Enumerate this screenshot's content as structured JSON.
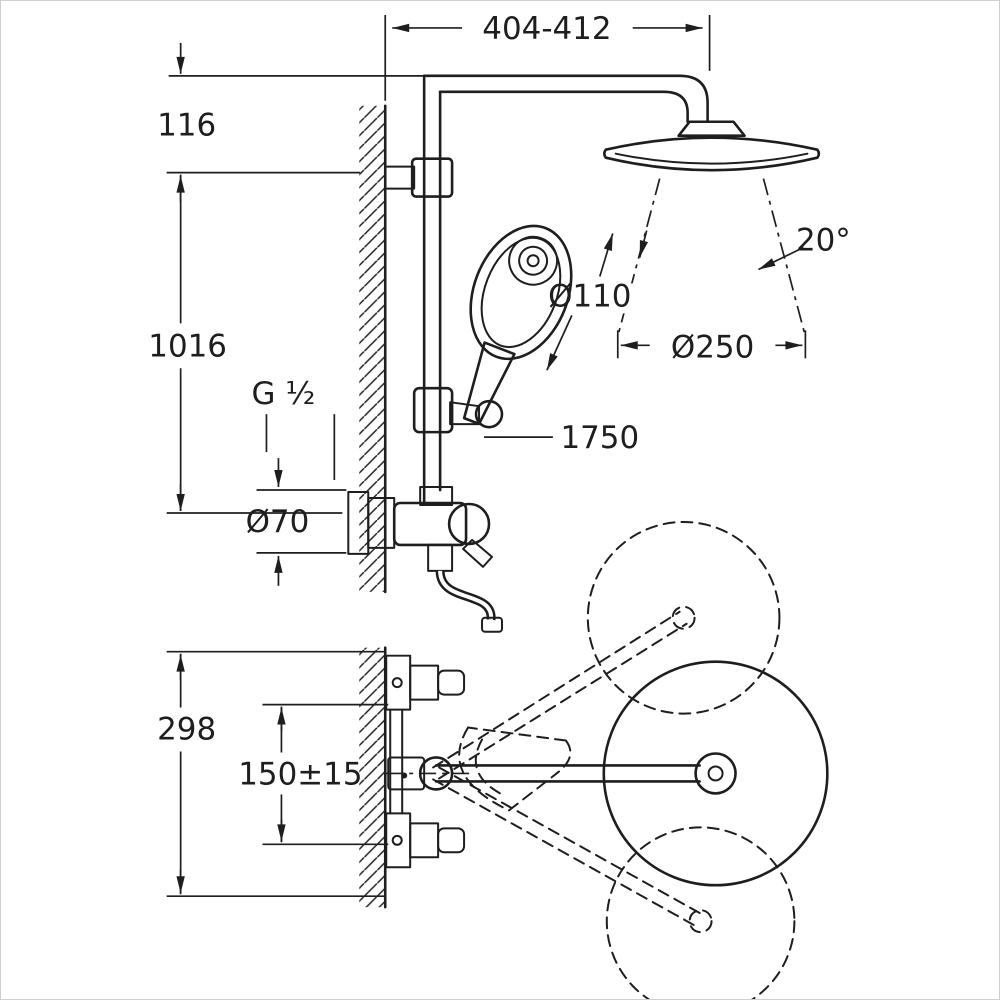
{
  "colors": {
    "background": "#ffffff",
    "line": "#1e1e1e",
    "border": "#cfcfcf"
  },
  "labels": {
    "top_width": "404-412",
    "arm_height": "116",
    "column_height": "1016",
    "thread_size": "G ½",
    "escutcheon_diameter": "Ø70",
    "handshower_diameter": "Ø110",
    "headshower_diameter": "Ø250",
    "spray_angle": "20°",
    "hose_length": "1750",
    "arm_depth": "298",
    "supply_spacing": "150±15"
  }
}
